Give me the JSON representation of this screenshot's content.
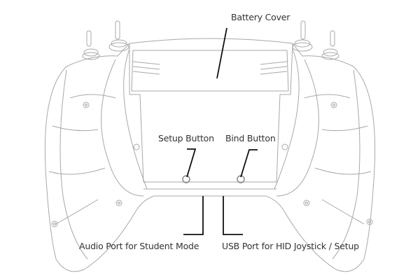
{
  "labels": {
    "battery_cover": "Battery Cover",
    "setup_button": "Setup Button",
    "bind_button": "Bind Button",
    "audio_port": "Audio Port for Student Mode",
    "usb_port": "USB Port for HID Joystick / Setup"
  },
  "colors": {
    "outline": "#a8a8a8",
    "leader": "#111111",
    "text": "#333333"
  }
}
